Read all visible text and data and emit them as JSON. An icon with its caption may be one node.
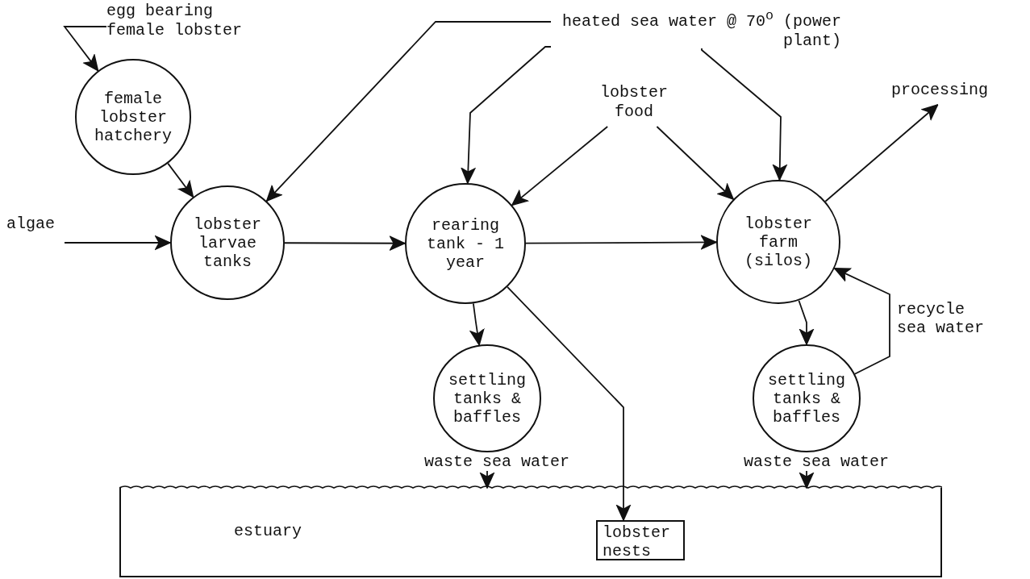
{
  "diagram": {
    "nodes": [
      {
        "text": [
          "egg bearing female lobster"
        ]
      },
      {
        "text": [
          "female lobster hatchery"
        ]
      },
      {
        "text": [
          "heated sea water @ 70$^{o}$ (power plant)"
        ]
      },
      {
        "text": [
          "lobster food"
        ]
      },
      {
        "text": [
          "processing"
        ]
      },
      {
        "text": [
          "algae"
        ]
      },
      {
        "text": [
          "lobster larvae tanks"
        ]
      },
      {
        "text": [
          "rearing tank - 1 year"
        ]
      },
      {
        "text": [
          "lobster farm (silos)"
        ]
      },
      {
        "text": [
          "settling tanks & baffles"
        ]
      },
      {
        "text": [
          "settling tanks & baffles"
        ]
      },
      {
        "text": [
          "estuary"
        ]
      },
      {
        "text": [
          "lobster nests"
        ],
        "in": 11
      }
    ],
    "edges": [
      {
        "from": 0,
        "to": 1,
        "arrow": "to"
      },
      {
        "from": 1,
        "to": 6,
        "arrow": "to"
      },
      {
        "from": 5,
        "to": 6,
        "arrow": "to"
      },
      {
        "from": 2,
        "to": 6,
        "arrow": "to"
      },
      {
        "from": 2,
        "to": 7,
        "arrow": "to"
      },
      {
        "from": 2,
        "to": 8,
        "arrow": "to"
      },
      {
        "from": 3,
        "to": 7,
        "arrow": "to"
      },
      {
        "from": 3,
        "to": 8,
        "arrow": "to"
      },
      {
        "from": 6,
        "to": 7,
        "arrow": "to"
      },
      {
        "from": 7,
        "to": 8,
        "arrow": "to"
      },
      {
        "from": 8,
        "to": 4,
        "arrow": "to"
      },
      {
        "from": 7,
        "to": 9,
        "arrow": "to"
      },
      {
        "from": 8,
        "to": 10,
        "arrow": "to"
      },
      {
        "from": 10,
        "to": 8,
        "arrow": "to",
        "label": "recycle sea water"
      },
      {
        "from": 9,
        "to": 11,
        "arrow": "to",
        "label": "waste sea water"
      },
      {
        "from": 10,
        "to": 11,
        "arrow": "to",
        "label": "waste sea water"
      },
      {
        "from": 7,
        "to": 12,
        "arrow": "to"
      }
    ]
  }
}
